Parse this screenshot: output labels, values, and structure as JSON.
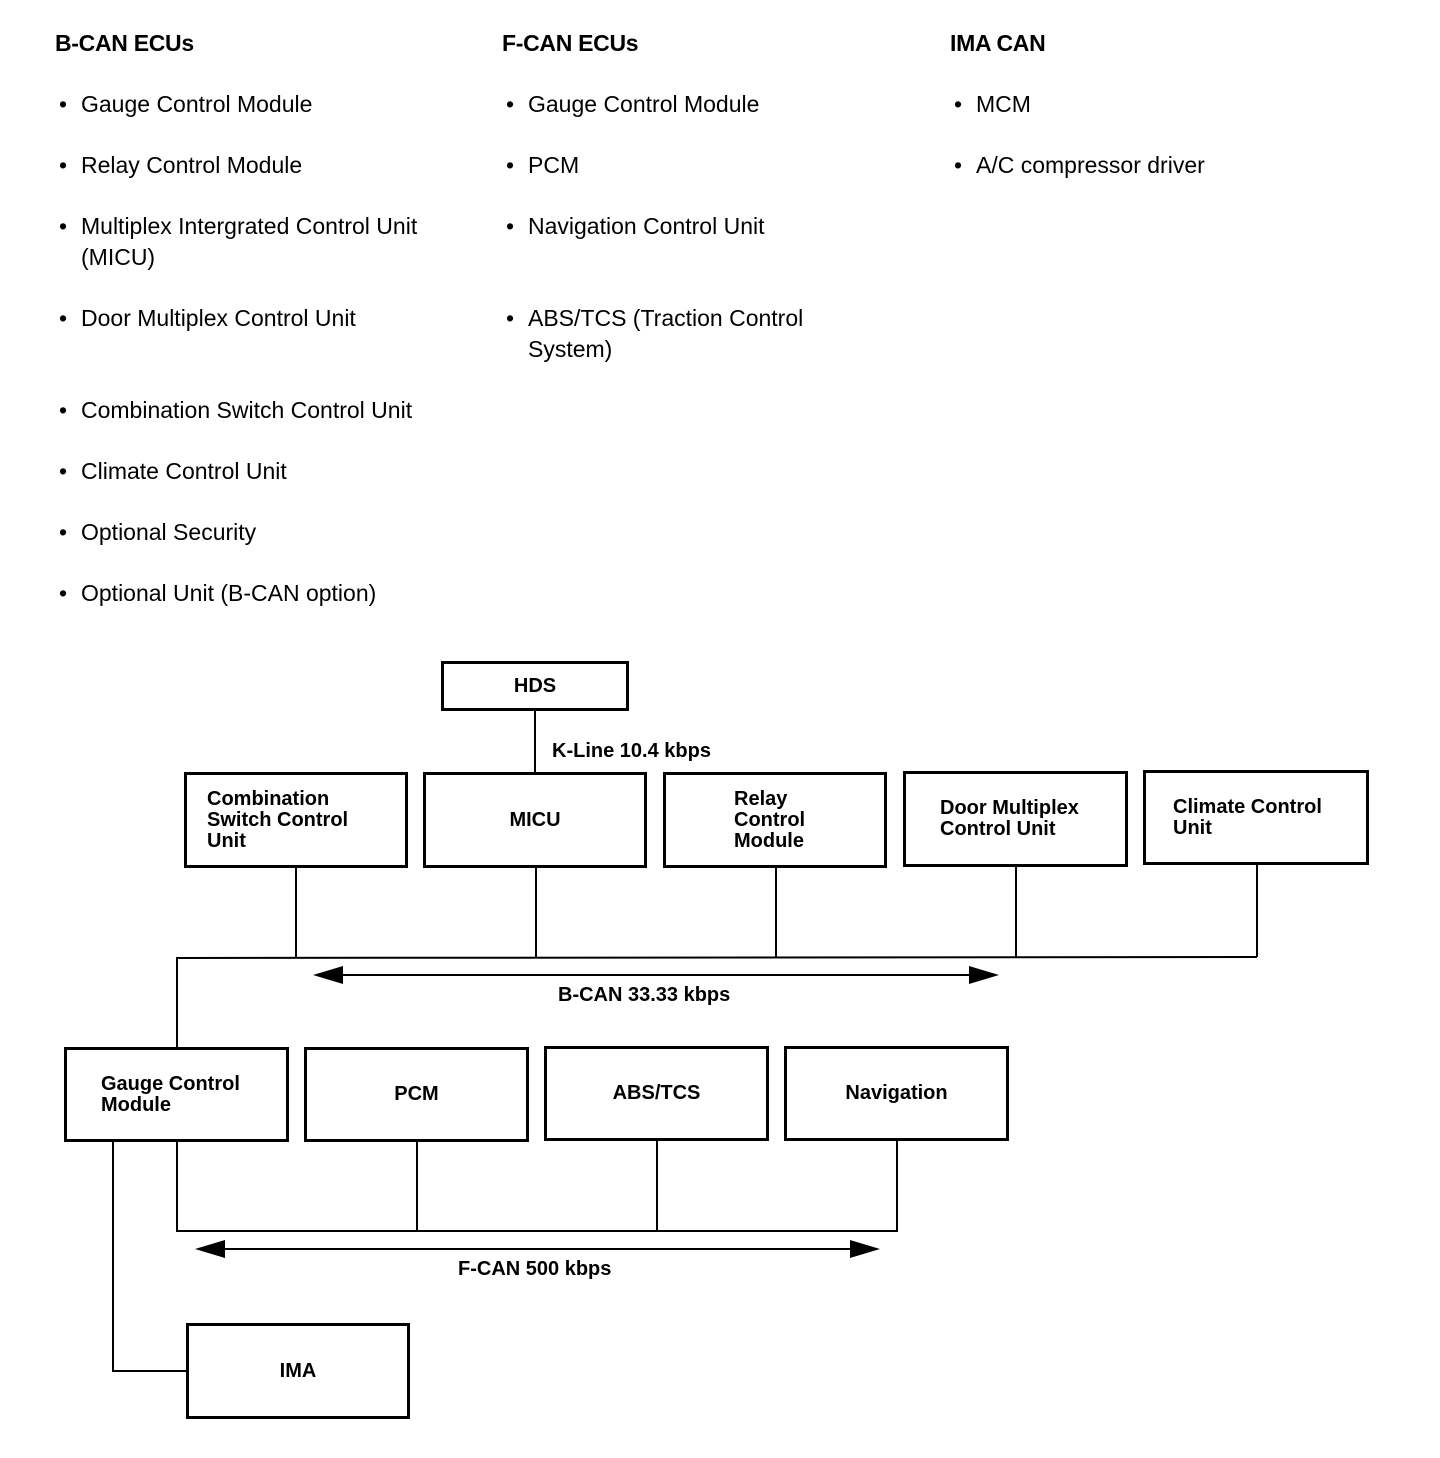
{
  "columns": {
    "bcan": {
      "title": "B-CAN ECUs",
      "items": [
        "Gauge Control Module",
        "Relay Control Module",
        "Multiplex Intergrated Control Unit (MICU)",
        "Door Multiplex Control Unit",
        "Combination Switch Control Unit",
        "Climate Control Unit",
        "Optional Security",
        "Optional Unit (B-CAN option)"
      ]
    },
    "fcan": {
      "title": "F-CAN ECUs",
      "items": [
        "Gauge Control Module",
        "PCM",
        "Navigation Control Unit",
        "ABS/TCS (Traction Control System)"
      ]
    },
    "ima": {
      "title": "IMA CAN",
      "items": [
        "MCM",
        "A/C compressor driver"
      ]
    }
  },
  "diagram": {
    "hds": "HDS",
    "kline_label": "K-Line 10.4 kbps",
    "bcan_nodes": [
      {
        "line1": "Combination",
        "line2": "Switch Control",
        "line3": "Unit"
      },
      {
        "line1": "MICU",
        "line2": "",
        "line3": ""
      },
      {
        "line1": "Relay",
        "line2": "Control",
        "line3": "Module"
      },
      {
        "line1": "Door Multiplex",
        "line2": "Control Unit",
        "line3": ""
      },
      {
        "line1": "Climate Control",
        "line2": "Unit",
        "line3": ""
      }
    ],
    "bcan_label": "B-CAN 33.33 kbps",
    "fcan_nodes": [
      {
        "line1": "Gauge Control",
        "line2": "Module"
      },
      {
        "line1": "PCM",
        "line2": ""
      },
      {
        "line1": "ABS/TCS",
        "line2": ""
      },
      {
        "line1": "Navigation",
        "line2": ""
      }
    ],
    "fcan_label": "F-CAN 500 kbps",
    "ima": "IMA"
  }
}
